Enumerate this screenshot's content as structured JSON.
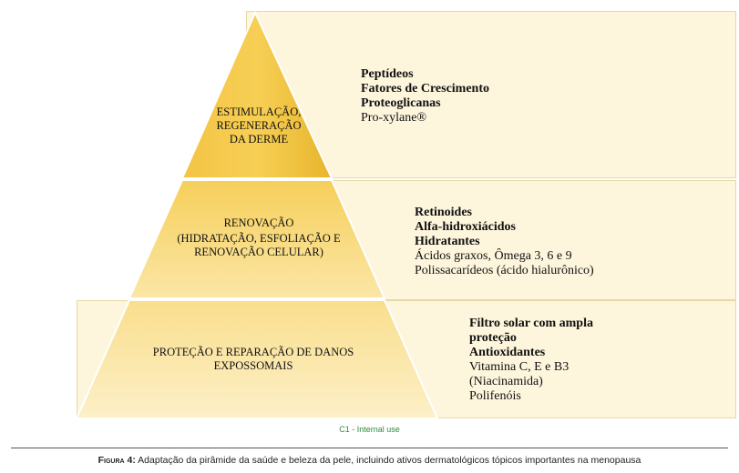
{
  "pyramid": {
    "top": {
      "lines": [
        "ESTIMULAÇÃO,",
        "REGENERAÇÃO",
        "DA DERME"
      ]
    },
    "middle": {
      "title": "RENOVAÇÃO",
      "lines": [
        "(HIDRATAÇÃO, ESFOLIAÇÃO E",
        "RENOVAÇÃO CELULAR)"
      ]
    },
    "bottom": {
      "lines": [
        "PROTEÇÃO E REPARAÇÃO DE DANOS",
        "EXPOSSOMAIS"
      ]
    }
  },
  "panels": {
    "top": {
      "bold": [
        "Peptídeos",
        "Fatores de Crescimento",
        "Proteoglicanas"
      ],
      "normal": [
        "Pro-xylane®"
      ]
    },
    "middle": {
      "bold": [
        "Retinoides",
        "Alfa-hidroxiácidos",
        "Hidratantes"
      ],
      "normal": [
        "Ácidos graxos, Ômega 3, 6 e 9",
        "Polissacarídeos (ácido hialurônico)"
      ]
    },
    "bottom": {
      "bold": [
        "Filtro solar com ampla",
        "proteção",
        "Antioxidantes"
      ],
      "normal": [
        "Vitamina C, E e B3",
        "(Niacinamida)",
        "Polifenóis"
      ]
    }
  },
  "watermark": "C1 - Internal use",
  "caption": {
    "label": "Figura 4:",
    "text": " Adaptação da pirâmide da saúde e beleza da pele, incluindo ativos dermatológicos tópicos importantes na menopausa"
  },
  "colors": {
    "panel_bg": "#fdf5dc",
    "gold_light": "#fde9a8",
    "gold_dark": "#e9b82a",
    "watermark": "#2e8b3e"
  }
}
